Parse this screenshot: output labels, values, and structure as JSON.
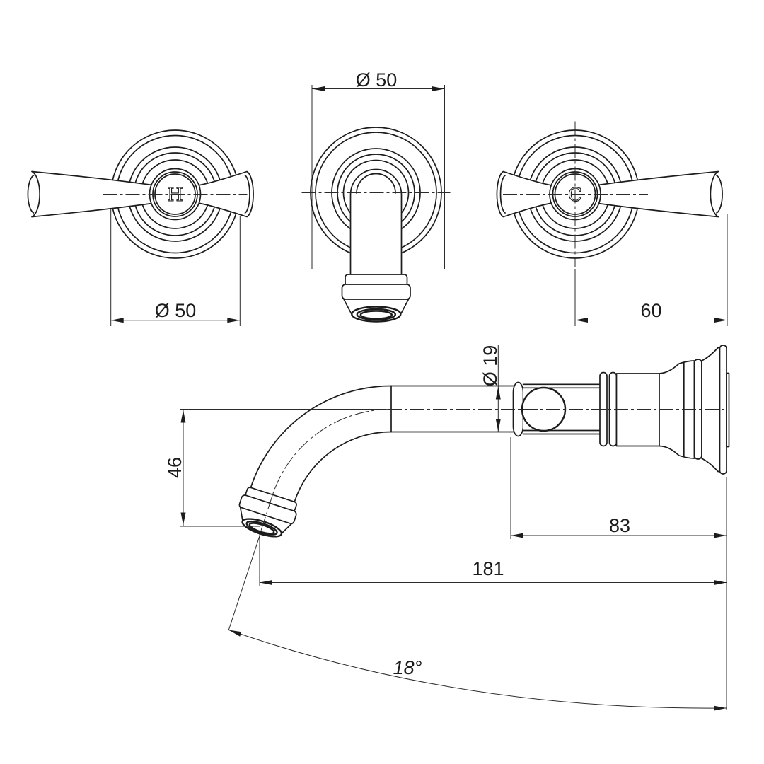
{
  "drawing": {
    "kind": "tap-set technical drawing",
    "background": "#ffffff",
    "line_color": "#1c1c1c",
    "views": {
      "hot_handle_front": {
        "label": "H"
      },
      "cold_handle_front": {
        "label": "C"
      },
      "spout_front": {
        "name": "spout front view"
      },
      "spout_side": {
        "name": "spout side view"
      }
    },
    "dimensions": {
      "spout_flange_diameter": "Ø 50",
      "handle_flange_diameter": "Ø 50",
      "cold_handle_length": "60",
      "spout_tube_diameter": "Ø 19",
      "spout_drop_height": "46",
      "wall_body_projection": "83",
      "total_projection": "181",
      "outlet_angle": "18°"
    }
  }
}
